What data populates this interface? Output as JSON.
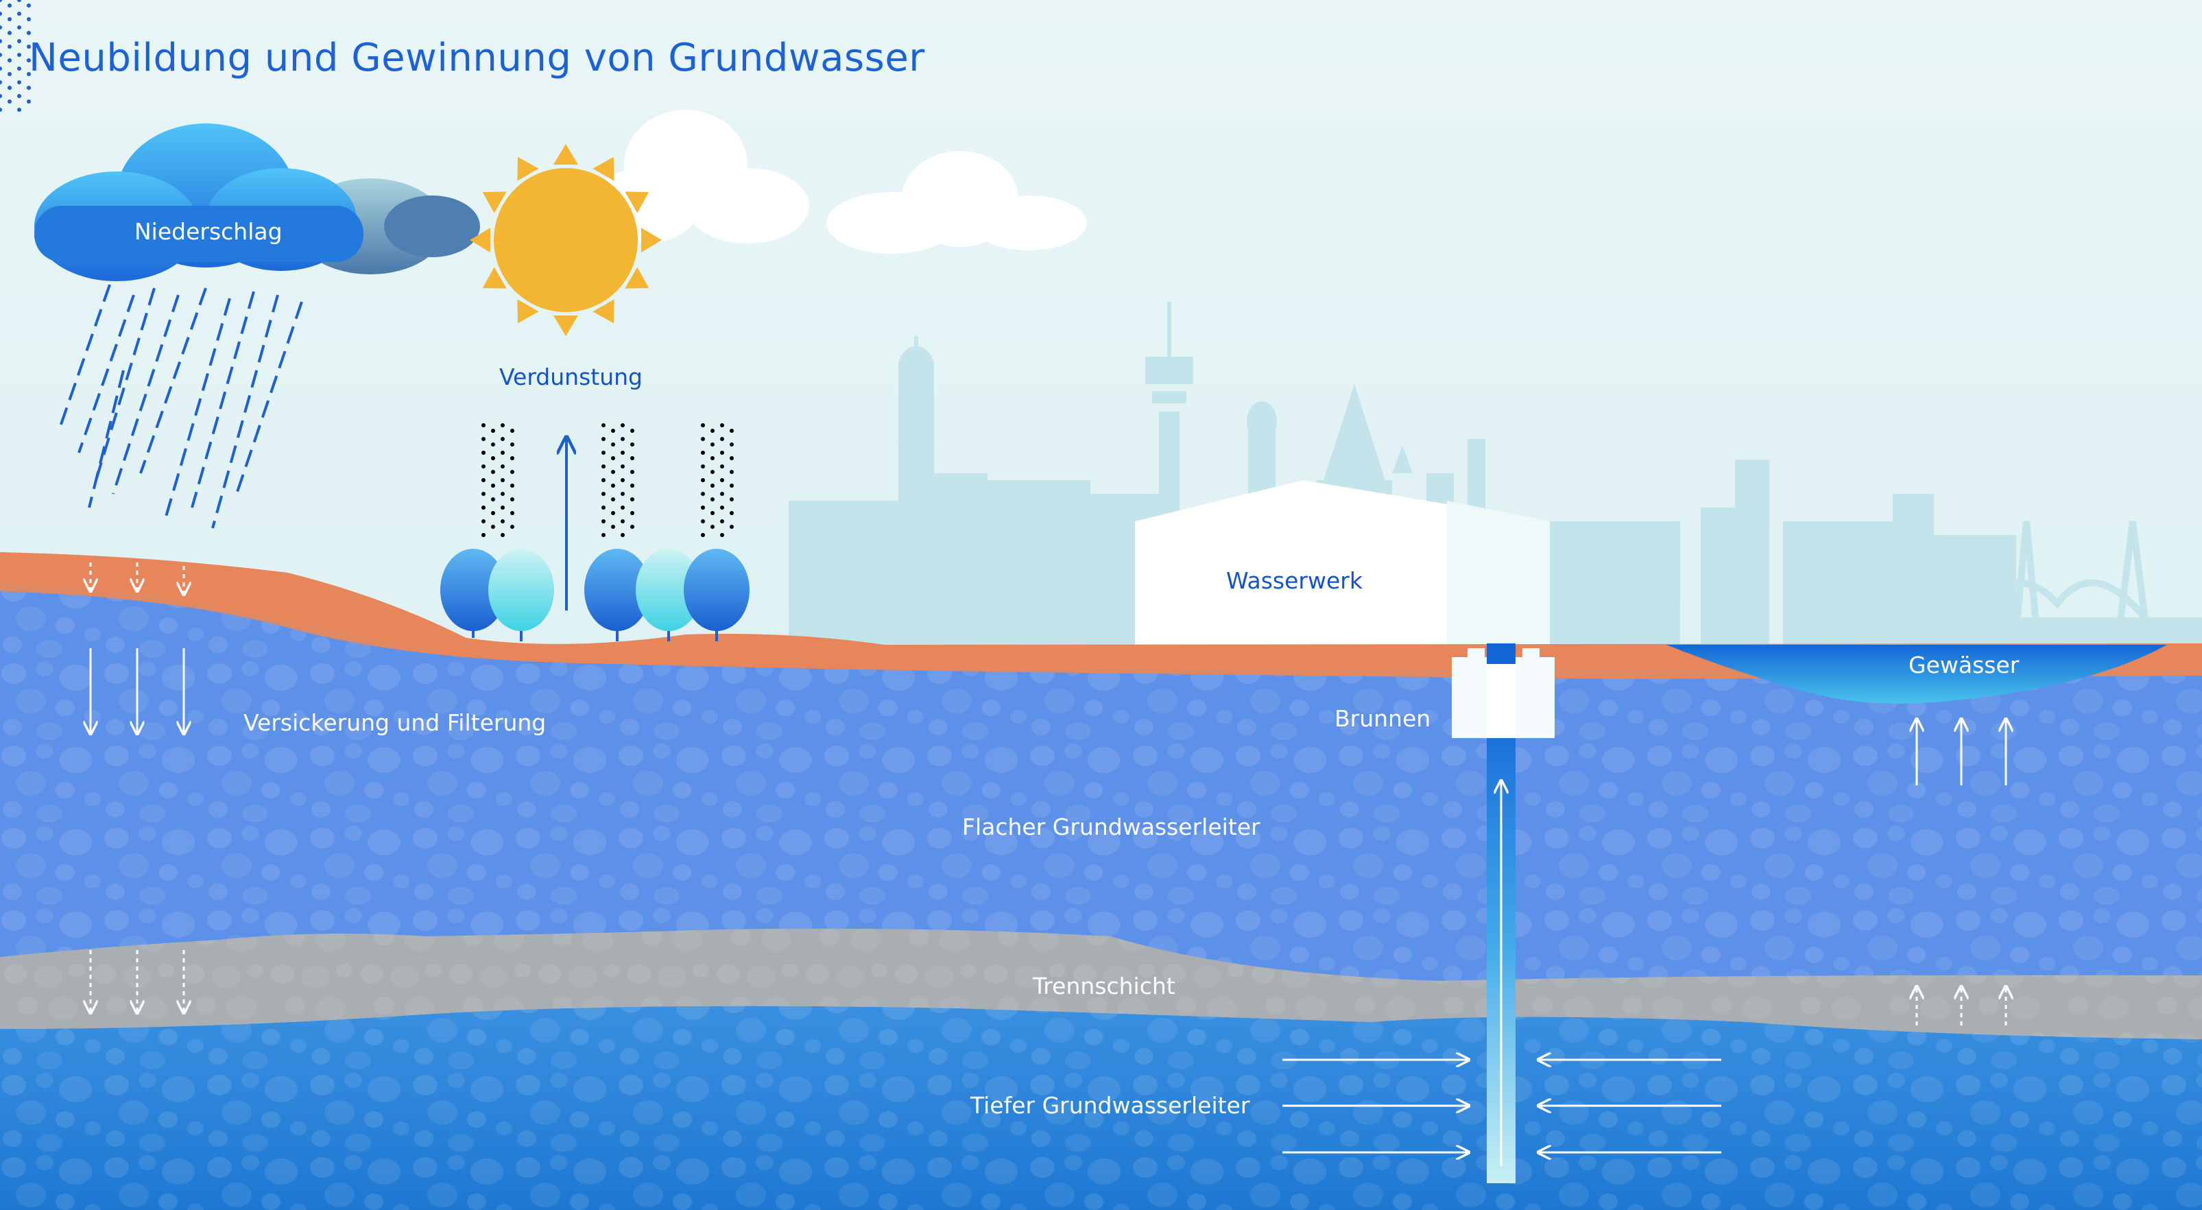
{
  "title": "Neubildung und Gewinnung von Grundwasser",
  "labels": {
    "precipitation": "Niederschlag",
    "evaporation": "Verdunstung",
    "waterworks": "Wasserwerk",
    "surface_water": "Gewässer",
    "infiltration": "Versickerung und Filterung",
    "well": "Brunnen",
    "shallow_aquifer": "Flacher Grundwasserleiter",
    "separation_layer": "Trennschicht",
    "deep_aquifer": "Tiefer Grundwasserleiter"
  },
  "colors": {
    "title": "#1c62d6",
    "sky": "#e6f4f6",
    "soil": "#e5855a",
    "shallow_aquifer": "#5b8ee6",
    "separation_layer": "#a9aeb2",
    "deep_aquifer": "#2f8bd9",
    "skyline": "#bfe3ea",
    "sun": "#f2b632"
  }
}
